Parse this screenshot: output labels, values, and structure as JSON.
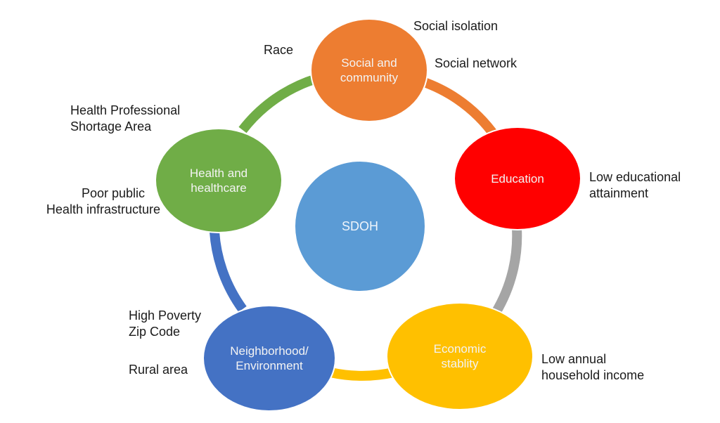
{
  "diagram": {
    "center": {
      "label": "SDOH",
      "color": "#5b9bd5"
    },
    "nodes": [
      {
        "id": "social",
        "label_line1": "Social and",
        "label_line2": "community",
        "color": "#ed7d31"
      },
      {
        "id": "education",
        "label_line1": "Education",
        "label_line2": "",
        "color": "#ff0000"
      },
      {
        "id": "economic",
        "label_line1": "Economic",
        "label_line2": "stablity",
        "color": "#ffc000"
      },
      {
        "id": "neighborhood",
        "label_line1": "Neighborhood/",
        "label_line2": "Environment",
        "color": "#4472c4"
      },
      {
        "id": "health",
        "label_line1": "Health and",
        "label_line2": "healthcare",
        "color": "#70ad47"
      }
    ],
    "ring_segments": [
      {
        "from": "social",
        "to": "education",
        "color": "#ed7d31"
      },
      {
        "from": "education",
        "to": "economic",
        "color": "#a5a5a5"
      },
      {
        "from": "economic",
        "to": "neighborhood",
        "color": "#ffc000"
      },
      {
        "from": "neighborhood",
        "to": "health",
        "color": "#4472c4"
      },
      {
        "from": "health",
        "to": "social",
        "color": "#70ad47"
      }
    ],
    "factors": {
      "race": "Race",
      "social_isolation": "Social isolation",
      "social_network": "Social network",
      "hpsa_line1": "Health Professional",
      "hpsa_line2": "Shortage Area",
      "poor_public_line1": "Poor public",
      "poor_public_line2": "Health infrastructure",
      "low_edu_line1": "Low educational",
      "low_edu_line2": "attainment",
      "high_poverty_line1": "High Poverty",
      "high_poverty_line2": "Zip Code",
      "rural": "Rural area",
      "low_income_line1": "Low annual",
      "low_income_line2": "household income"
    }
  }
}
